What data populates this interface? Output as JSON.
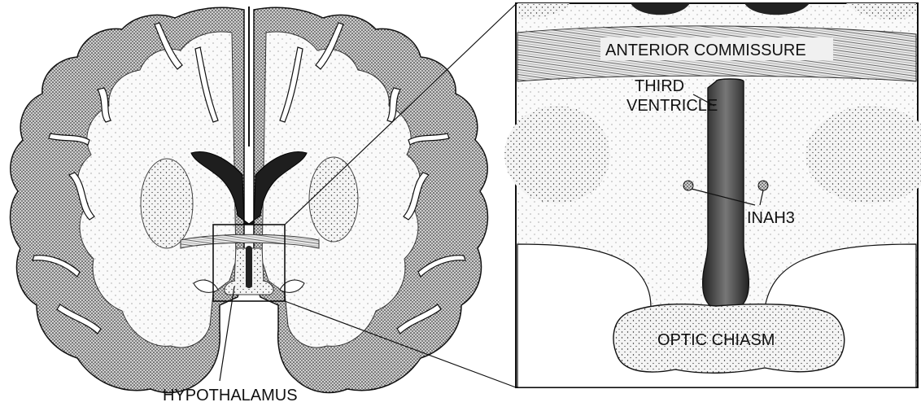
{
  "labels": {
    "hypothalamus": "HYPOTHALAMUS",
    "anterior_commissure": "ANTERIOR COMMISSURE",
    "third_ventricle_line1": "THIRD",
    "third_ventricle_line2": "VENTRICLE",
    "inah3": "INAH3",
    "optic_chiasm": "OPTIC CHIASM"
  },
  "colors": {
    "ink": "#111111",
    "paper": "#ffffff",
    "matter": "#f3f3f3",
    "ventricle": "#2a2a2a"
  }
}
